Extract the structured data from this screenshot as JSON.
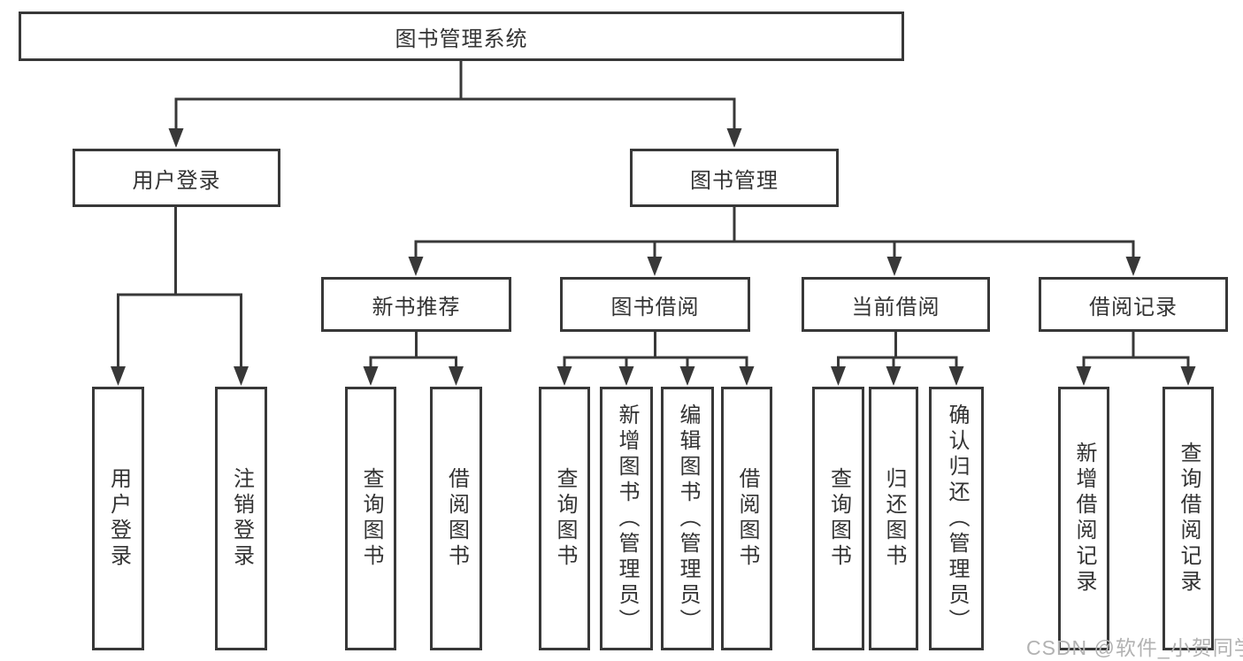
{
  "title": "图书管理系统",
  "branches": {
    "user_login": {
      "label": "用户登录",
      "children": [
        "用户登录",
        "注销登录"
      ]
    },
    "book_management": {
      "label": "图书管理",
      "sections": {
        "new_book_recommend": {
          "label": "新书推荐",
          "children": [
            "查询图书",
            "借阅图书"
          ]
        },
        "book_borrow": {
          "label": "图书借阅",
          "children": [
            "查询图书",
            "新增图书（管理员）",
            "编辑图书（管理员）",
            "借阅图书"
          ]
        },
        "current_borrow": {
          "label": "当前借阅",
          "children": [
            "查询图书",
            "归还图书",
            "确认归还（管理员）"
          ]
        },
        "borrow_records": {
          "label": "借阅记录",
          "children": [
            "新增借阅记录",
            "查询借阅记录"
          ]
        }
      }
    }
  },
  "watermark": "CSDN @软件_小贺同学",
  "colors": {
    "line": "#383838",
    "text": "#333333",
    "watermark": "#b2b2b2",
    "background": "#ffffff"
  }
}
